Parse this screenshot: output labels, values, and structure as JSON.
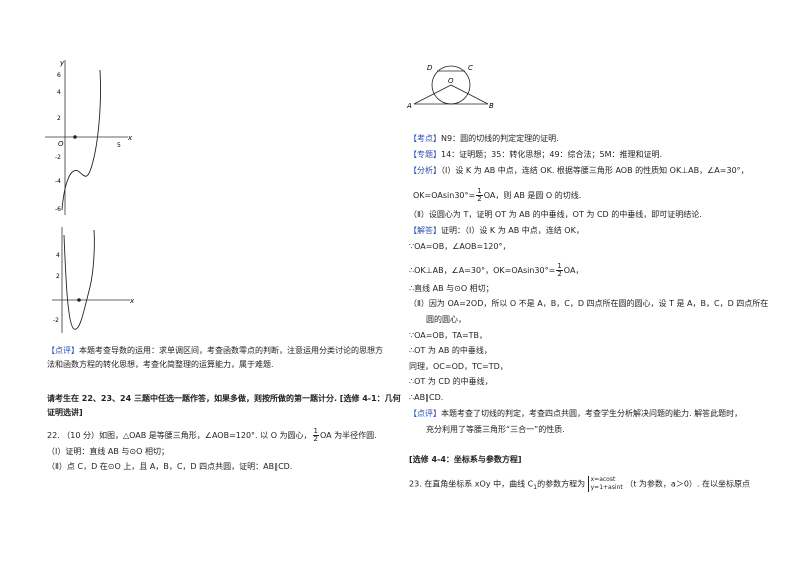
{
  "graph1": {
    "y_label": "y",
    "x_label": "x",
    "origin": "O",
    "ticks_y": [
      "6",
      "4",
      "2",
      "-2",
      "-4",
      "-6"
    ],
    "tick_x": "5"
  },
  "graph2": {
    "x_label": "x",
    "ticks_y": [
      "4",
      "2",
      "-2"
    ]
  },
  "left": {
    "comment_tag": "【点评】",
    "comment_l1": "本题考查导数的运用：求单调区间，考查函数零点的判断，注意运用分类讨论的思想方",
    "comment_l2": "法和函数方程的转化思想，考查化简整理的运算能力，属于难题.",
    "notice_l1": "请考生在 22、23、24 三题中任选一题作答，如果多做，则按所做的第一题计分. [选修 4-1：几何",
    "notice_l2": "证明选讲]",
    "q22_pre": "22.  （10 分）如图，△OAB 是等腰三角形，∠AOB=120°. 以 O 为圆心，",
    "q22_frac_num": "1",
    "q22_frac_den": "2",
    "q22_post": "OA 为半径作圆.",
    "q22_p1": "（Ⅰ）证明：直线 AB 与⊙O 相切；",
    "q22_p2": "（Ⅱ）点 C，D 在⊙O 上，且 A，B，C，D 四点共圆，证明：AB∥CD."
  },
  "figure": {
    "labels": [
      "D",
      "C",
      "O",
      "A",
      "B"
    ]
  },
  "right": {
    "kaodian_tag": "【考点】",
    "kaodian": "N9：圆的切线的判定定理的证明.",
    "zhuanti_tag": "【专题】",
    "zhuanti": "14：证明题；35：转化思想；49：综合法；5M：推理和证明.",
    "fenxi_tag": "【分析】",
    "fenxi_l1": "（Ⅰ）设 K 为 AB 中点，连结 OK. 根据等腰三角形 AOB 的性质知 OK⊥AB，∠A=30°，",
    "fenxi_l2_pre": "OK=OAsin30°=",
    "fenxi_l2_post": "OA，则 AB 是圆 O 的切线.",
    "fenxi_l3": "（Ⅱ）设圆心为 T，证明 OT 为 AB 的中垂线，OT 为 CD 的中垂线，即可证明结论.",
    "jieda_tag": "【解答】",
    "jieda_l1": "证明：（Ⅰ）设 K 为 AB 中点，连结 OK，",
    "s1": "∵OA=OB，∠AOB=120°，",
    "s2_pre": "∴OK⊥AB，∠A=30°，OK=OAsin30°=",
    "s2_post": "OA，",
    "s3": "∴直线 AB 与⊙O 相切；",
    "s4": "（Ⅱ）因为 OA=2OD，所以 O 不是 A，B，C，D 四点所在圆的圆心，设 T 是 A，B，C，D 四点所在",
    "s5": "圆的圆心，",
    "s6": "∵OA=OB，TA=TB，",
    "s7": "∴OT 为 AB 的中垂线，",
    "s8": "同理，OC=OD，TC=TD，",
    "s9": "∴OT 为 CD 的中垂线，",
    "s10": "∴AB∥CD.",
    "dianping_tag": "【点评】",
    "dianping_l1": "本题考查了切线的判定，考查四点共圆，考查学生分析解决问题的能力. 解答此题时，",
    "dianping_l2": "充分利用了等腰三角形“三合一”的性质.",
    "sec44": "[选修 4-4：坐标系与参数方程]",
    "q23_pre": "23.  在直角坐标系 xOy 中，曲线 C",
    "q23_sub": "1",
    "q23_mid": "的参数方程为",
    "q23_eq1": "x=acost",
    "q23_eq2": "y=1+asint",
    "q23_post": "（t 为参数，a＞0）. 在以坐标原点",
    "half_num": "1",
    "half_den": "2"
  }
}
